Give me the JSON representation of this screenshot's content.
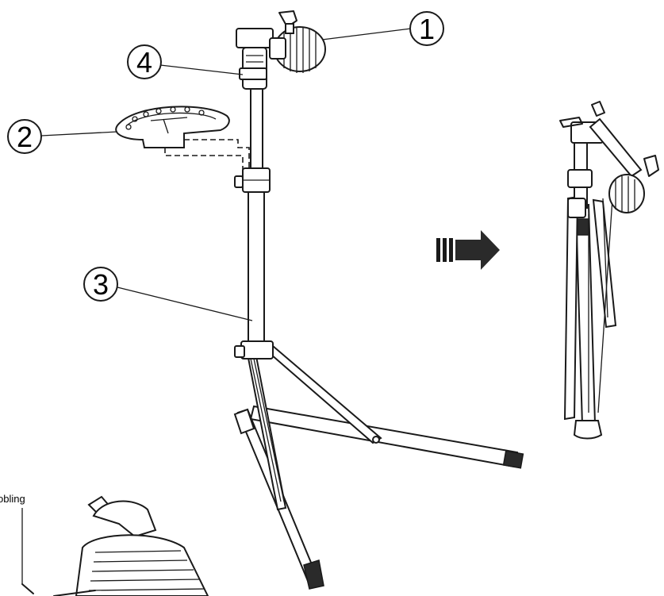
{
  "callouts": [
    {
      "id": "1",
      "label": "1"
    },
    {
      "id": "2",
      "label": "2"
    },
    {
      "id": "3",
      "label": "3"
    },
    {
      "id": "4",
      "label": "4"
    }
  ],
  "side_label": "obling",
  "icons": {
    "arrow": "folding-direction-arrow-icon"
  },
  "colors": {
    "line": "#1a1a1a",
    "background": "#ffffff"
  }
}
